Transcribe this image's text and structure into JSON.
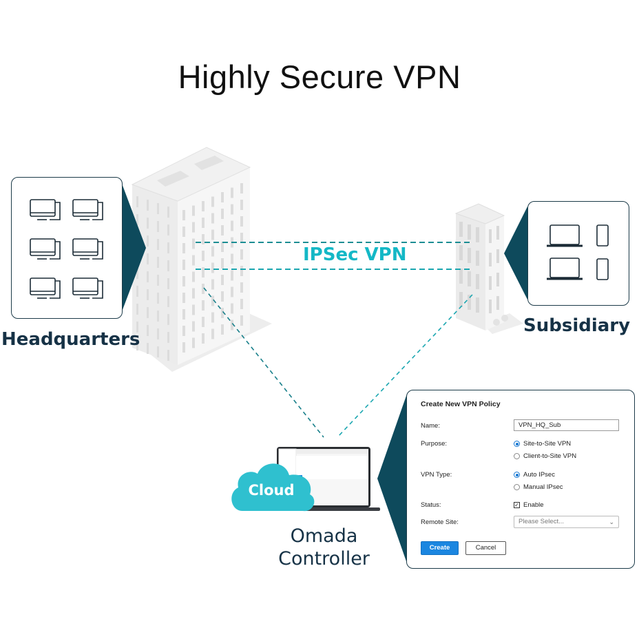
{
  "title": "Highly Secure VPN",
  "labels": {
    "headquarters": "Headquarters",
    "subsidiary": "Subsidiary",
    "vpn_link": "IPSec VPN",
    "cloud": "Cloud",
    "controller_line1": "Omada",
    "controller_line2": "Controller"
  },
  "headquarters_devices": {
    "icon": "desktop-computer-icon",
    "count": 6
  },
  "subsidiary_devices": [
    {
      "icon": "laptop-icon"
    },
    {
      "icon": "smartphone-icon"
    },
    {
      "icon": "laptop-icon"
    },
    {
      "icon": "smartphone-icon"
    }
  ],
  "colors": {
    "teal_accent": "#14b8c6",
    "dark_teal": "#0e4a5c",
    "label_navy": "#163246",
    "cloud": "#2fc0cf",
    "button_blue": "#1b86e0"
  },
  "policy_form": {
    "title": "Create New VPN Policy",
    "name_label": "Name:",
    "name_value": "VPN_HQ_Sub",
    "purpose_label": "Purpose:",
    "purpose_options": [
      {
        "label": "Site-to-Site VPN",
        "selected": true
      },
      {
        "label": "Client-to-Site VPN",
        "selected": false
      }
    ],
    "vpn_type_label": "VPN Type:",
    "vpn_type_options": [
      {
        "label": "Auto IPsec",
        "selected": true
      },
      {
        "label": "Manual IPsec",
        "selected": false
      }
    ],
    "status_label": "Status:",
    "status_checkbox_label": "Enable",
    "status_checked": true,
    "remote_site_label": "Remote Site:",
    "remote_site_placeholder": "Please Select...",
    "create_label": "Create",
    "cancel_label": "Cancel"
  }
}
